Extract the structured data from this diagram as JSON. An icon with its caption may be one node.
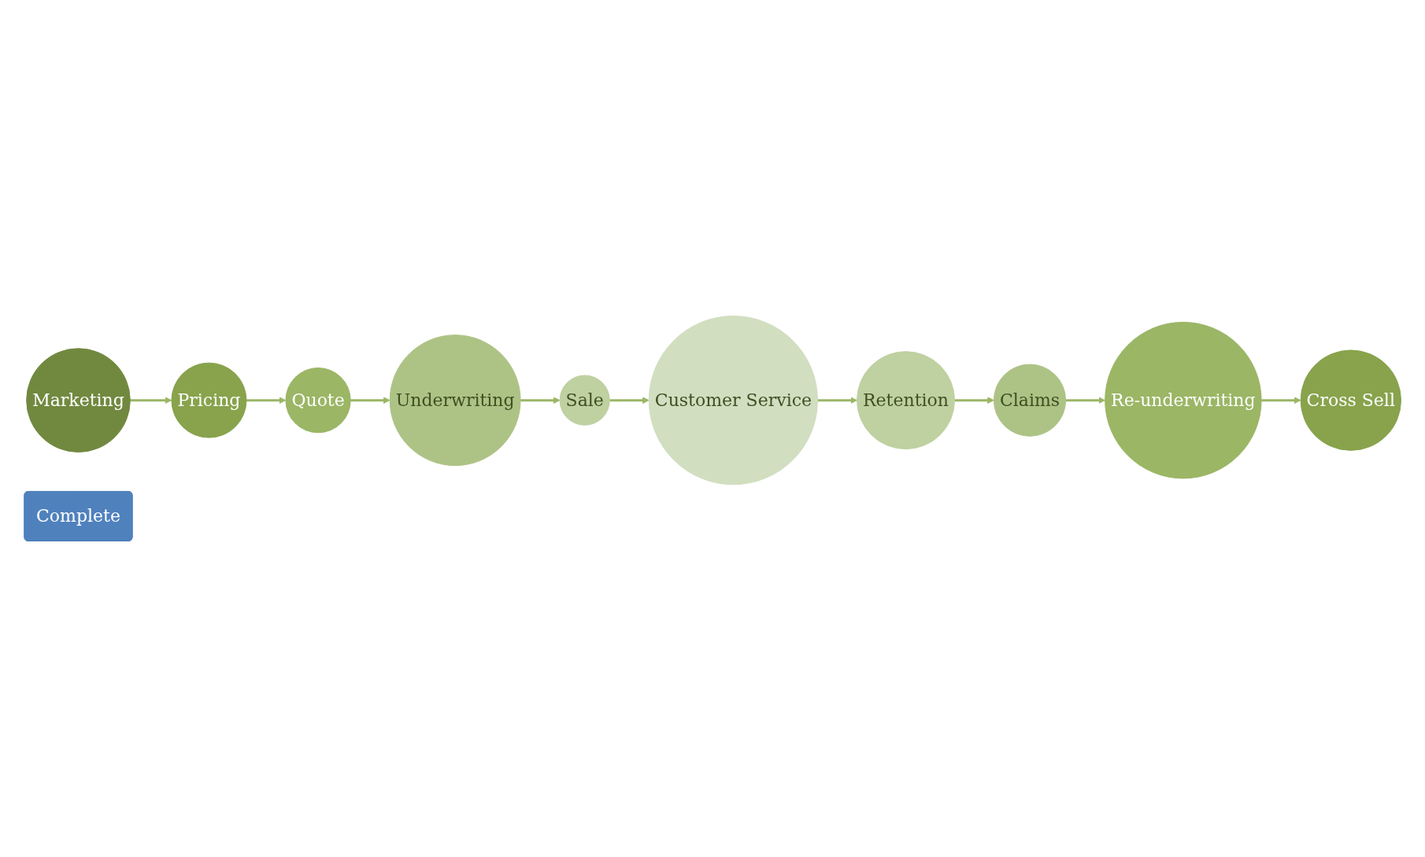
{
  "diagram": {
    "nodes": [
      {
        "text": [
          "Marketing"
        ]
      },
      {
        "text": [
          "Customer Service"
        ]
      },
      {
        "text": [
          "Retention"
        ]
      },
      {
        "text": [
          "Complete"
        ]
      },
      {
        "text": [
          "Pricing"
        ]
      },
      {
        "text": [
          "Sale"
        ]
      },
      {
        "text": [
          "Claims"
        ]
      },
      {
        "text": [
          "Quote"
        ]
      },
      {
        "text": [
          "Underwriting"
        ]
      },
      {
        "text": [
          "Re-underwriting"
        ]
      },
      {
        "text": [
          "Cross Sell"
        ]
      }
    ],
    "edges": [
      {
        "from": 0,
        "to": 4,
        "arrow": "to"
      },
      {
        "from": 4,
        "to": 7,
        "arrow": "to"
      },
      {
        "from": 7,
        "to": 8,
        "arrow": "to"
      },
      {
        "from": 8,
        "to": 5,
        "arrow": "to"
      },
      {
        "from": 5,
        "to": 1,
        "arrow": "to"
      },
      {
        "from": 1,
        "to": 2,
        "arrow": "to"
      },
      {
        "from": 2,
        "to": 6,
        "arrow": "to"
      },
      {
        "from": 6,
        "to": 9,
        "arrow": "to"
      },
      {
        "from": 9,
        "to": 10,
        "arrow": "to"
      }
    ]
  }
}
